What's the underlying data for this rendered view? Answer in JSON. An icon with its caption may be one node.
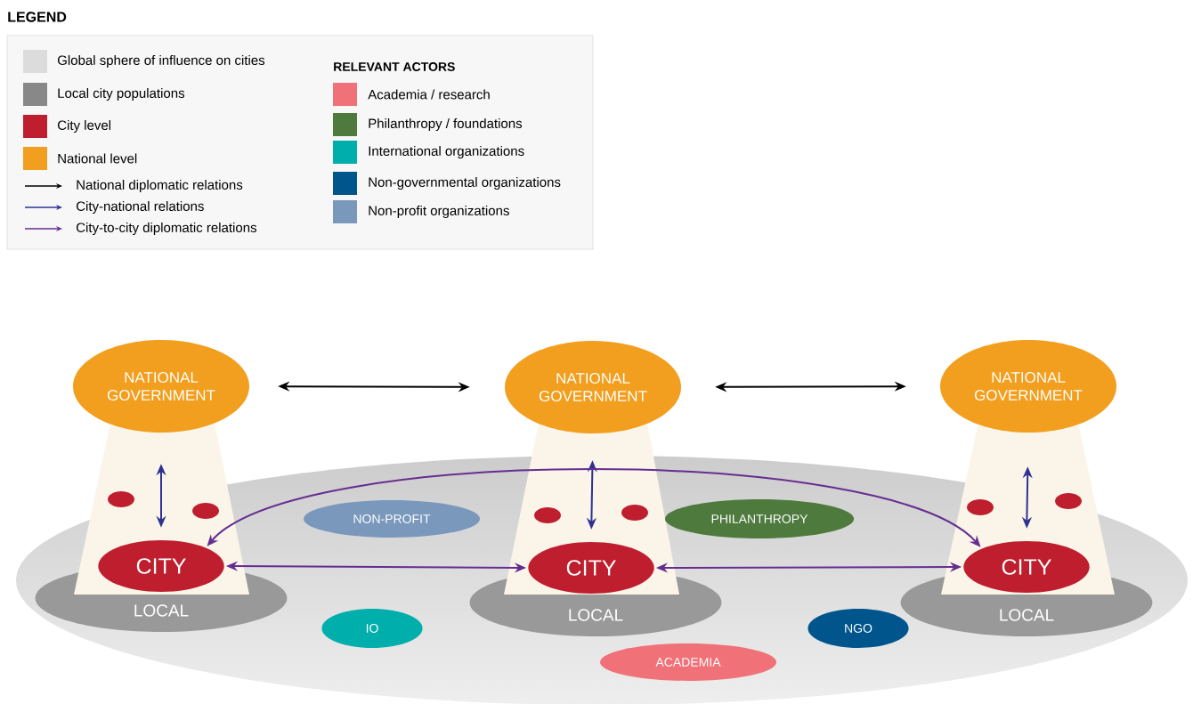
{
  "diagram": {
    "nodes": [
      {
        "text": [
          "NATIONAL GOVERNMENT"
        ]
      },
      {
        "text": [
          "NATIONAL GOVERNMENT"
        ]
      },
      {
        "text": [
          "NATIONAL GOVERNMENT"
        ]
      },
      {
        "text": [
          "CITY"
        ]
      },
      {
        "text": [
          "CITY"
        ]
      },
      {
        "text": [
          "CITY"
        ]
      },
      {
        "text": [
          "LOCAL"
        ]
      },
      {
        "text": [
          "LOCAL"
        ]
      },
      {
        "text": [
          "LOCAL"
        ]
      },
      {
        "text": [
          "NON-PROFIT"
        ]
      },
      {
        "text": [
          "PHILANTHROPY"
        ]
      },
      {
        "text": [
          "IO"
        ]
      },
      {
        "text": [
          "NGO"
        ]
      },
      {
        "text": [
          "ACADEMIA"
        ]
      },
      {
        "text": [],
        "shape": "circle"
      },
      {
        "text": [],
        "shape": "circle"
      },
      {
        "text": [],
        "shape": "circle"
      },
      {
        "text": [],
        "shape": "circle"
      },
      {
        "text": [],
        "shape": "circle"
      },
      {
        "text": [],
        "shape": "circle"
      }
    ],
    "edges": [
      {
        "from": 0,
        "to": 1,
        "arrow": "both",
        "color": "#000000"
      },
      {
        "from": 1,
        "to": 2,
        "arrow": "both",
        "color": "#000000"
      },
      {
        "from": 0,
        "to": 3,
        "arrow": "both",
        "color": "#2e3192"
      },
      {
        "from": 1,
        "to": 4,
        "arrow": "both",
        "color": "#2e3192"
      },
      {
        "from": 2,
        "to": 5,
        "arrow": "both",
        "color": "#2e3192"
      },
      {
        "from": 3,
        "to": 4,
        "arrow": "both",
        "color": "#662d91"
      },
      {
        "from": 4,
        "to": 5,
        "arrow": "both",
        "color": "#662d91"
      },
      {
        "from": 3,
        "to": 5,
        "arrow": "both",
        "color": "#662d91"
      }
    ],
    "labels": [
      "LEGEND",
      "RELEVANT ACTORS"
    ],
    "legend": [
      {
        "text": "Global sphere of influence on cities",
        "color": "#dcdcdc"
      },
      {
        "text": "Local city populations",
        "color": "#888888"
      },
      {
        "text": "City level",
        "color": "#be1e2d"
      },
      {
        "text": "National level",
        "color": "#f29f1f"
      },
      {
        "text": "National diplomatic relations"
      },
      {
        "text": "City-national relations"
      },
      {
        "text": "City-to-city diplomatic relations"
      },
      {
        "text": "Academia / research",
        "color": "#f07178"
      },
      {
        "text": "Philanthropy / foundations",
        "color": "#4e7a3e"
      },
      {
        "text": "International organizations",
        "color": "#00aeac"
      },
      {
        "text": "Non-governmental organizations",
        "color": "#00558c"
      },
      {
        "text": "Non-profit organizations",
        "color": "#7a97bc"
      }
    ]
  }
}
